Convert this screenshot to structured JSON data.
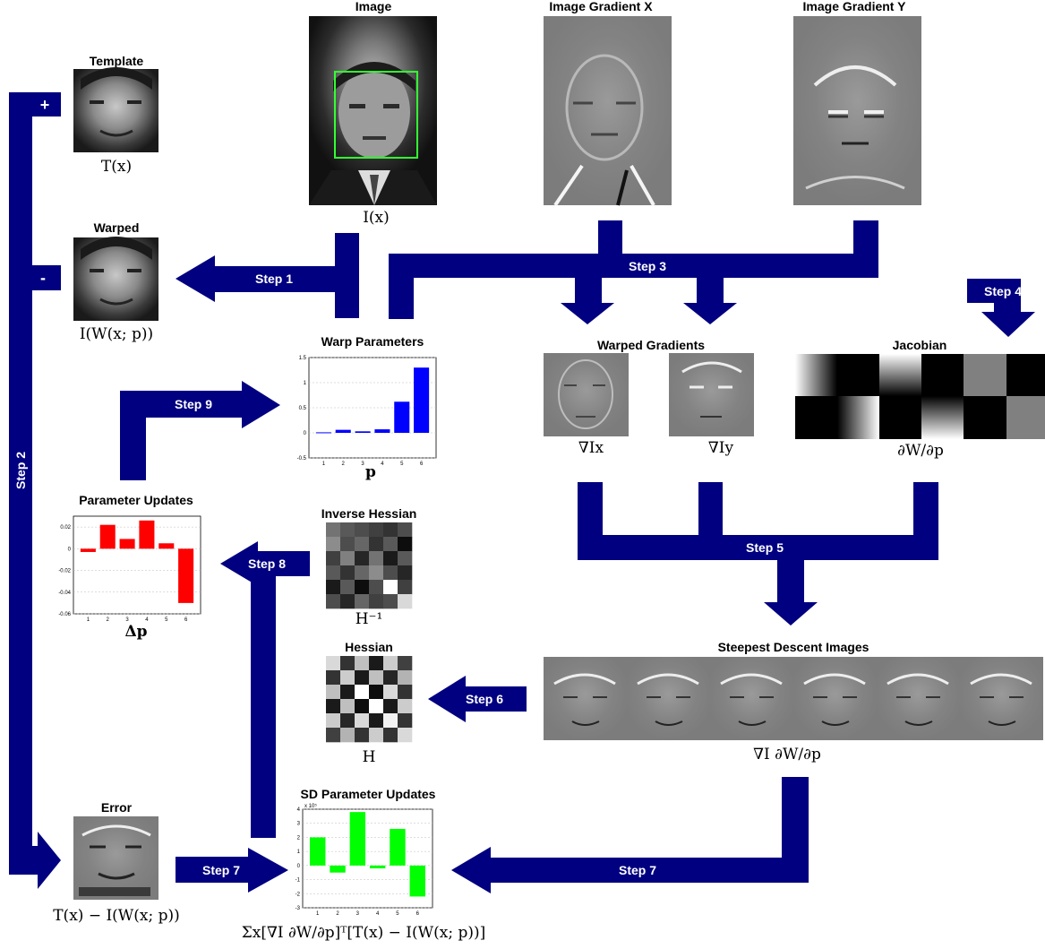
{
  "titles": {
    "image": "Image",
    "grad_x": "Image Gradient X",
    "grad_y": "Image Gradient Y",
    "template": "Template",
    "warped": "Warped",
    "warp_params": "Warp Parameters",
    "warped_gradients": "Warped Gradients",
    "jacobian": "Jacobian",
    "param_updates": "Parameter Updates",
    "inverse_hessian": "Inverse Hessian",
    "hessian": "Hessian",
    "sd_images": "Steepest Descent Images",
    "error": "Error",
    "sd_param_updates": "SD Parameter Updates"
  },
  "labels": {
    "image": "I(x)",
    "template": "T(x)",
    "warped": "I(W(x; p))",
    "p": "p",
    "grad_ix": "∇Ix",
    "grad_iy": "∇Iy",
    "jacobian": "∂W/∂p",
    "delta_p": "Δp",
    "inv_hessian": "H⁻¹",
    "hessian": "H",
    "sd": "∇I ∂W/∂p",
    "error": "T(x) − I(W(x; p))",
    "sd_update": "Σx[∇I ∂W/∂p]ᵀ[T(x) − I(W(x; p))]"
  },
  "steps": {
    "step1": "Step 1",
    "step2": "Step 2",
    "step3": "Step 3",
    "step4": "Step 4",
    "step5": "Step 5",
    "step6": "Step 6",
    "step7a": "Step 7",
    "step7b": "Step 7",
    "step8": "Step 8",
    "step9": "Step 9"
  },
  "signs": {
    "plus": "+",
    "minus": "-"
  },
  "colors": {
    "arrow": "#000080",
    "warp_bars": "#0000ff",
    "update_bars": "#ff0000",
    "sd_bars": "#00ff00",
    "box": "#33ff33"
  },
  "chart_data": [
    {
      "type": "bar",
      "categories": [
        "1",
        "2",
        "3",
        "4",
        "5",
        "6"
      ],
      "values": [
        0.01,
        0.06,
        0.03,
        0.07,
        0.62,
        1.3
      ],
      "ylim": [
        -0.5,
        1.5
      ],
      "yticks": [
        "-0.5",
        "0",
        "0.5",
        "1",
        "1.5"
      ]
    },
    {
      "type": "bar",
      "categories": [
        "1",
        "2",
        "3",
        "4",
        "5",
        "6"
      ],
      "values": [
        -0.003,
        0.022,
        0.009,
        0.026,
        0.005,
        -0.05
      ],
      "ylim": [
        -0.06,
        0.03
      ],
      "yticks": [
        "-0.06",
        "-0.04",
        "-0.02",
        "0",
        "0.02"
      ]
    },
    {
      "type": "bar",
      "categories": [
        "1",
        "2",
        "3",
        "4",
        "5",
        "6"
      ],
      "values": [
        2.0,
        -0.5,
        3.8,
        -0.2,
        2.6,
        -2.2
      ],
      "ylim": [
        -3,
        4
      ],
      "yticks": [
        "-3",
        "-2",
        "-1",
        "0",
        "1",
        "2",
        "3",
        "4"
      ],
      "ylabel_multiplier": "x 10⁵"
    }
  ]
}
